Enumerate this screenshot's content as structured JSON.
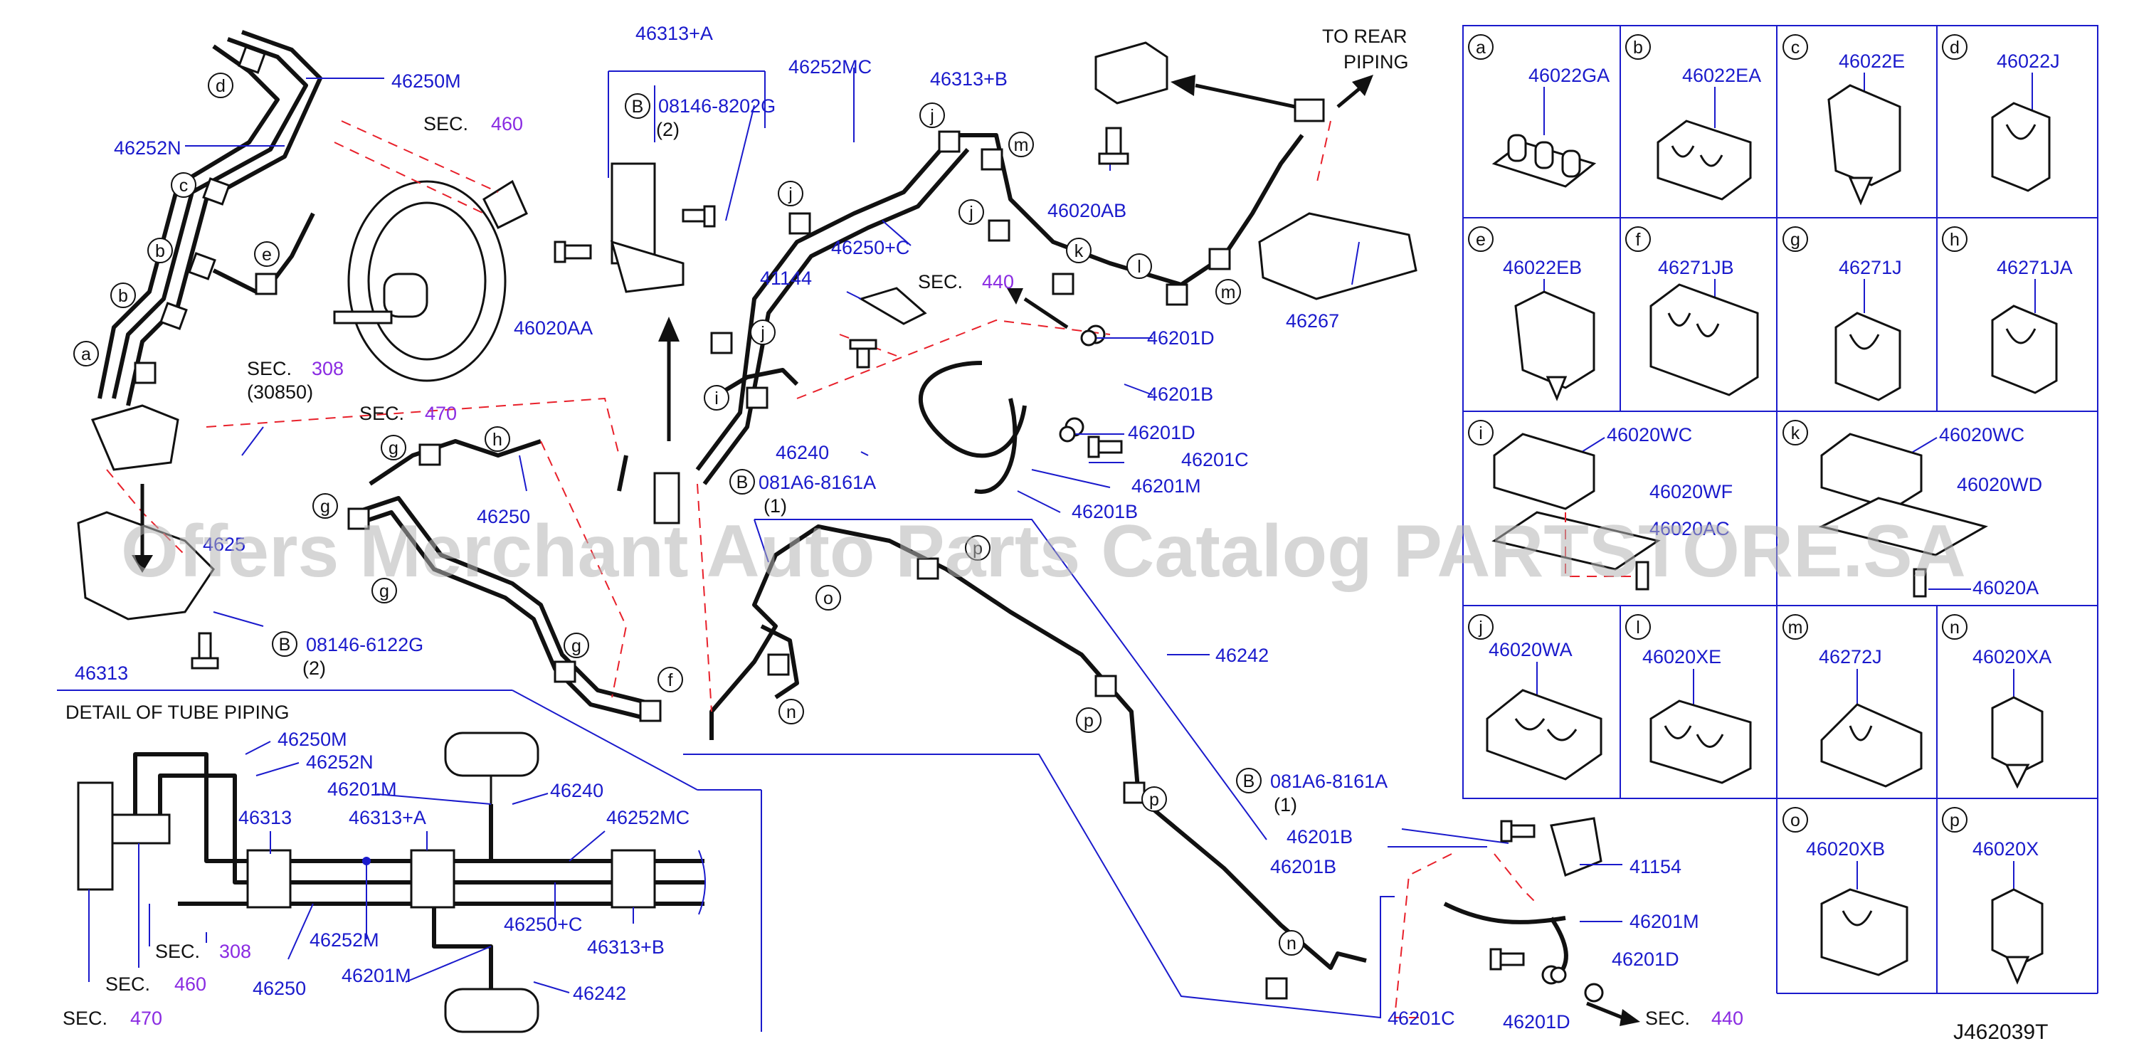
{
  "top_right_note": {
    "line1": "TO REAR",
    "line2": "PIPING"
  },
  "detail_title": "DETAIL OF TUBE PIPING",
  "diagram_code": "J462039T",
  "watermark": "Offers Merchant Auto Parts Catalog PARTSTORE.SA",
  "letters": [
    "a",
    "b",
    "c",
    "d",
    "e",
    "f",
    "g",
    "h",
    "i",
    "j",
    "k",
    "l",
    "m",
    "n",
    "o",
    "p"
  ],
  "callouts": {
    "p46250M": "46250M",
    "p46252N": "46252N",
    "p46313": "46313",
    "p46313A": "46313+A",
    "p46313B": "46313+B",
    "p46252MC": "46252MC",
    "p46250C": "46250+C",
    "p41144": "41144",
    "p46240": "46240",
    "p46250": "46250",
    "p46242": "46242",
    "p46201D": "46201D",
    "p46201B": "46201B",
    "p46201C": "46201C",
    "p46201M": "46201M",
    "p46020AB": "46020AB",
    "p46020AA": "46020AA",
    "p46267": "46267",
    "p41154": "41154",
    "p46252M": "46252M",
    "bolt_1": "08146-8202G",
    "bolt_2": "08146-6122G",
    "bolt_3": "081A6-8161A",
    "qty_2": "(2)",
    "qty_1": "(1)",
    "b_mark": "B",
    "sec_label": "SEC.",
    "sec460": "460",
    "sec308": "308",
    "sec470": "470",
    "sec440": "440",
    "sec308_sub": "(30850)",
    "partial_label": "4625"
  },
  "clip_table": [
    {
      "letter": "a",
      "parts": [
        "46022GA"
      ]
    },
    {
      "letter": "b",
      "parts": [
        "46022EA"
      ]
    },
    {
      "letter": "c",
      "parts": [
        "46022E"
      ]
    },
    {
      "letter": "d",
      "parts": [
        "46022J"
      ]
    },
    {
      "letter": "e",
      "parts": [
        "46022EB"
      ]
    },
    {
      "letter": "f",
      "parts": [
        "46271JB"
      ]
    },
    {
      "letter": "g",
      "parts": [
        "46271J"
      ]
    },
    {
      "letter": "h",
      "parts": [
        "46271JA"
      ]
    },
    {
      "letter": "i",
      "parts": [
        "46020WC",
        "46020WF",
        "46020AC"
      ]
    },
    {
      "letter": "k",
      "parts": [
        "46020WC",
        "46020WD",
        "46020A"
      ]
    },
    {
      "letter": "j",
      "parts": [
        "46020WA"
      ]
    },
    {
      "letter": "l",
      "parts": [
        "46020XE"
      ]
    },
    {
      "letter": "m",
      "parts": [
        "46272J"
      ]
    },
    {
      "letter": "n",
      "parts": [
        "46020XA"
      ]
    },
    {
      "letter": "o",
      "parts": [
        "46020XB"
      ]
    },
    {
      "letter": "p",
      "parts": [
        "46020X"
      ]
    }
  ],
  "colors": {
    "part_number": "#1a1acc",
    "section_ref": "#8a2be2",
    "hidden_line": "#e8202a",
    "ink": "#111111",
    "watermark": "#b5b5b5"
  }
}
